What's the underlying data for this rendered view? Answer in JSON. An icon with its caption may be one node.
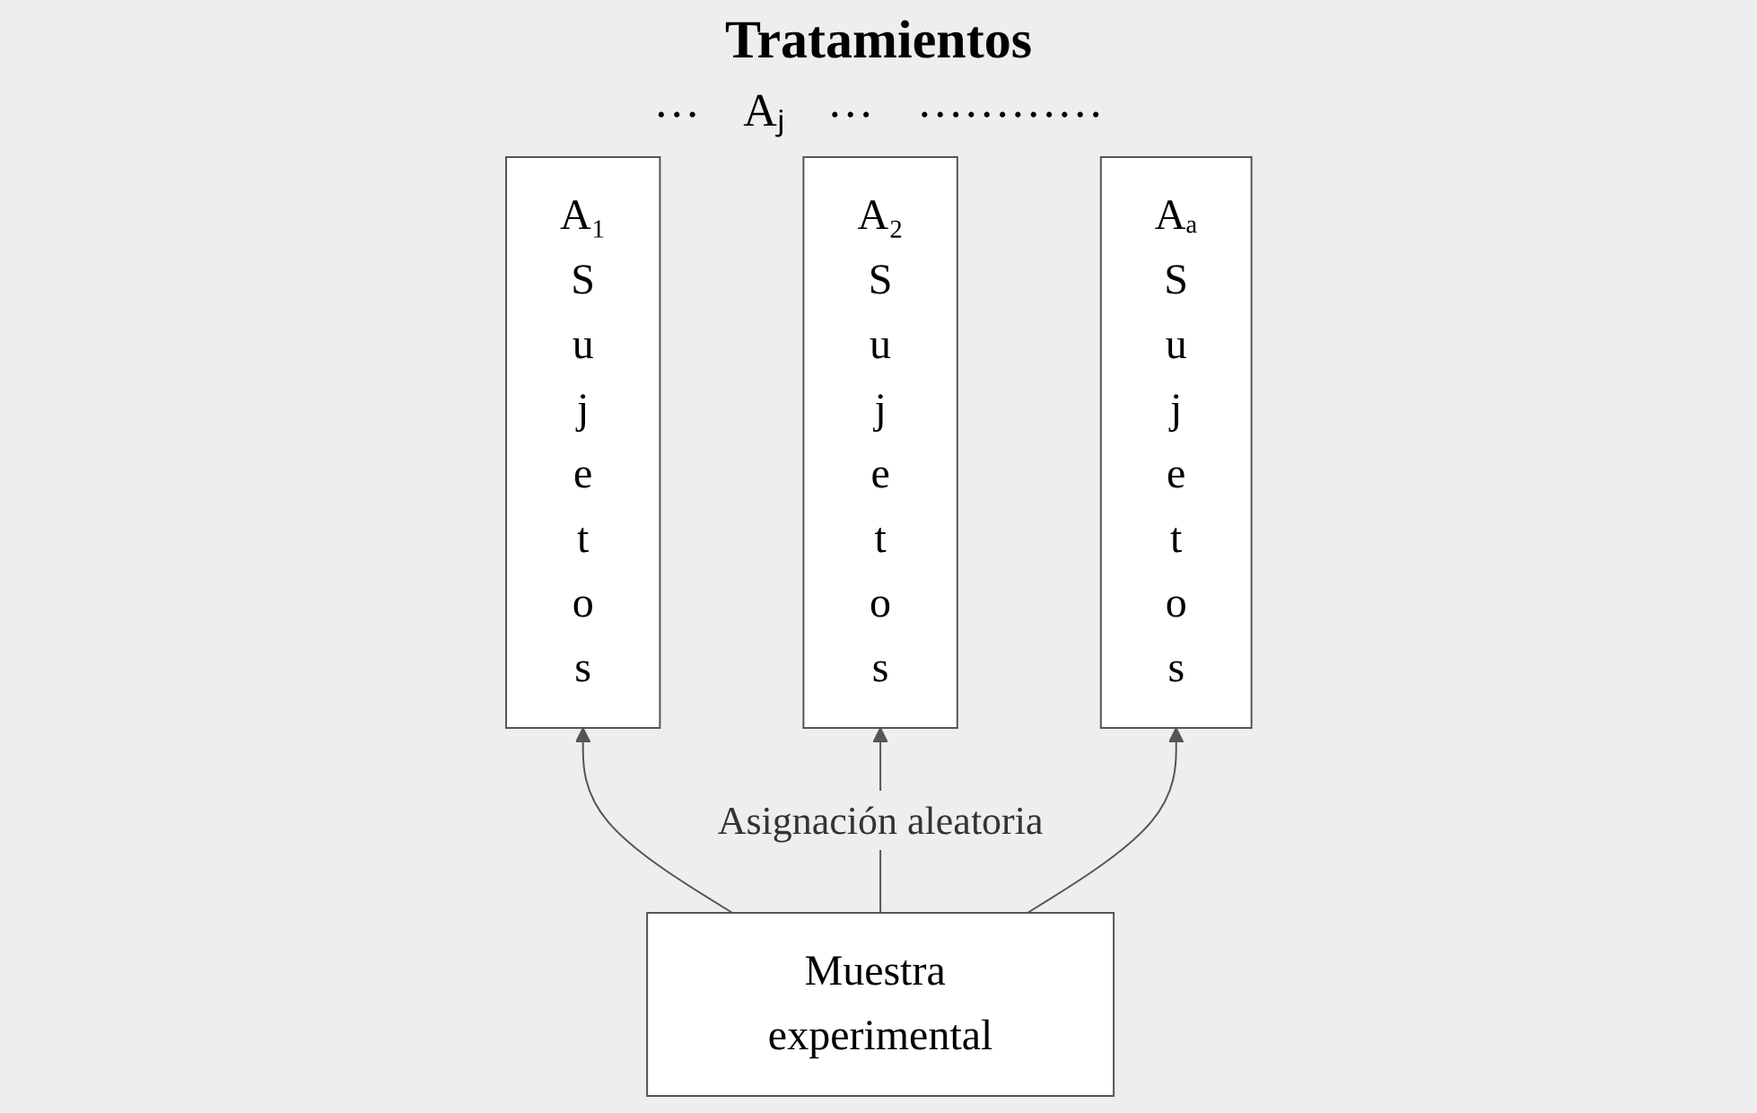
{
  "diagram": {
    "title": "Tratamientos",
    "nodes": [
      {
        "text": [
          "A₁",
          "S u j e t o s"
        ]
      },
      {
        "text": [
          "A₂",
          "S u j e t o s"
        ]
      },
      {
        "text": [
          "Aₐ",
          "S u j e t o s"
        ]
      },
      {
        "text": [
          "Muestra experimental"
        ]
      }
    ],
    "edges": [
      {
        "from": 3,
        "to": 0,
        "arrow": "to"
      },
      {
        "from": 3,
        "to": 1,
        "arrow": "to",
        "label": "Asignación aleatoria"
      },
      {
        "from": 3,
        "to": 2,
        "arrow": "to"
      }
    ],
    "labels": [
      "…",
      "Aⱼ",
      "…",
      "…………"
    ]
  }
}
